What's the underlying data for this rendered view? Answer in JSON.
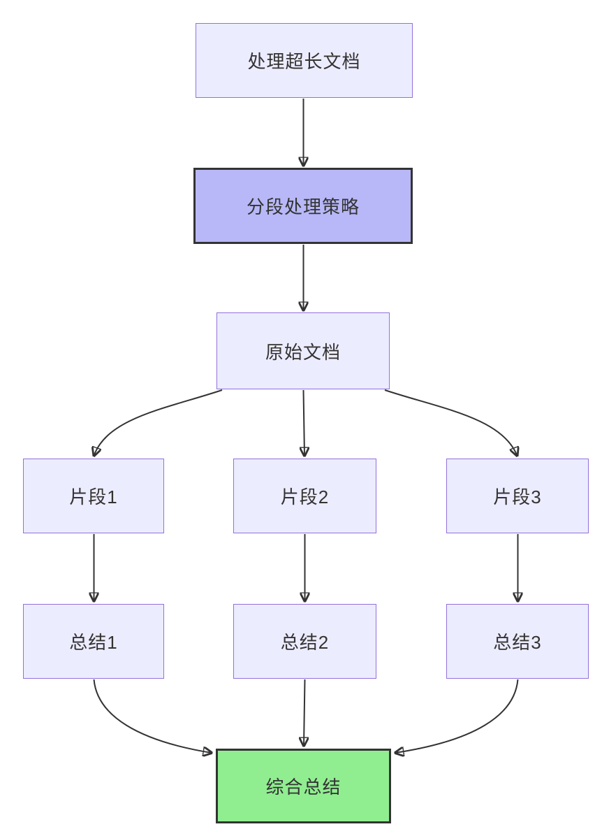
{
  "diagram": {
    "type": "flowchart",
    "direction": "top-down",
    "nodes": [
      {
        "id": "A",
        "label": "处理超长文档",
        "style": "default"
      },
      {
        "id": "B",
        "label": "分段处理策略",
        "style": "highlight-purple"
      },
      {
        "id": "C",
        "label": "原始文档",
        "style": "default"
      },
      {
        "id": "D1",
        "label": "片段1",
        "style": "default"
      },
      {
        "id": "D2",
        "label": "片段2",
        "style": "default"
      },
      {
        "id": "D3",
        "label": "片段3",
        "style": "default"
      },
      {
        "id": "E1",
        "label": "总结1",
        "style": "default"
      },
      {
        "id": "E2",
        "label": "总结2",
        "style": "default"
      },
      {
        "id": "E3",
        "label": "总结3",
        "style": "default"
      }
    ],
    "final_node": {
      "id": "F",
      "label": "综合总结",
      "style": "highlight-green"
    },
    "edges": [
      {
        "from": "处理超长文档",
        "to": "分段处理策略",
        "arrow": "-->"
      },
      {
        "from": "分段处理策略",
        "to": "原始文档",
        "arrow": "-->"
      },
      {
        "from": "原始文档",
        "to": "片段1",
        "arrow": "-->"
      },
      {
        "from": "原始文档",
        "to": "片段2",
        "arrow": "-->"
      },
      {
        "from": "原始文档",
        "to": "片段3",
        "arrow": "-->"
      },
      {
        "from": "片段1",
        "to": "总结1",
        "arrow": "-->"
      },
      {
        "from": "片段2",
        "to": "总结2",
        "arrow": "-->"
      },
      {
        "from": "片段3",
        "to": "总结3",
        "arrow": "-->"
      },
      {
        "from": "总结1",
        "to": "综合总结",
        "arrow": "-->"
      },
      {
        "from": "总结2",
        "to": "综合总结",
        "arrow": "-->"
      },
      {
        "from": "总结3",
        "to": "综合总结",
        "arrow": "-->"
      }
    ],
    "colors": {
      "node_fill": "#ececff",
      "node_border": "#9370db",
      "highlight_purple_fill": "#b8b8f8",
      "highlight_green_fill": "#90ee90",
      "highlight_border": "#333333",
      "edge": "#333333",
      "text": "#333333",
      "background": "#ffffff"
    }
  }
}
